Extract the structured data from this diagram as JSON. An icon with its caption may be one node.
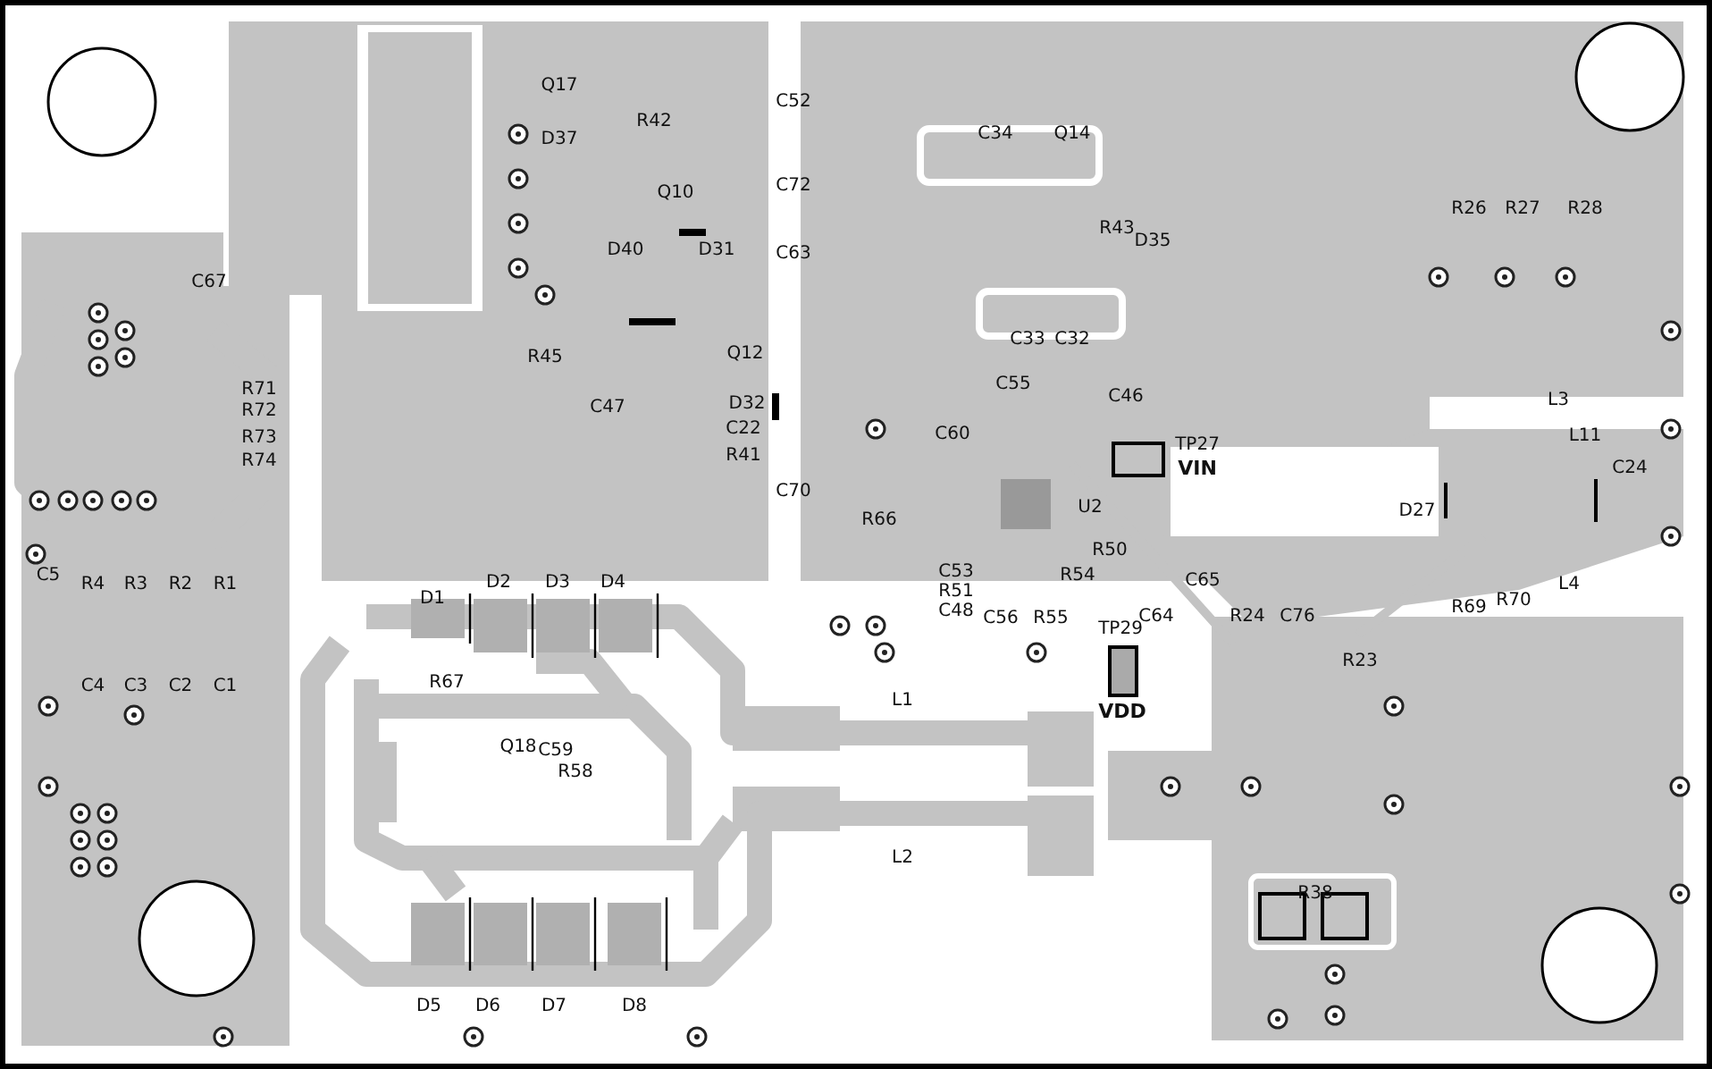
{
  "diagram": {
    "labels": [
      "Q17",
      "D37",
      "R42",
      "Q10",
      "D40",
      "D31",
      "R45",
      "Q12",
      "C47",
      "D32",
      "C22",
      "R41",
      "C70",
      "C52",
      "C72",
      "C63",
      "C34",
      "Q14",
      "R43",
      "D35",
      "C33",
      "C32",
      "C55",
      "C46",
      "TP27",
      "VIN",
      "C60",
      "R66",
      "U2",
      "R50",
      "C53",
      "R51",
      "C48",
      "C56",
      "R55",
      "R54",
      "C65",
      "C64",
      "TP29",
      "VDD",
      "R24",
      "C76",
      "R23",
      "R26",
      "R27",
      "R28",
      "L3",
      "L11",
      "C24",
      "D27",
      "L4",
      "R70",
      "R69",
      "C67",
      "R71",
      "R72",
      "R73",
      "R74",
      "C5",
      "R4",
      "R3",
      "R2",
      "R1",
      "C4",
      "C3",
      "C2",
      "C1",
      "D1",
      "D2",
      "D3",
      "D4",
      "R67",
      "Q18",
      "C59",
      "R58",
      "D5",
      "D6",
      "D7",
      "D8",
      "L1",
      "L2",
      "R38"
    ]
  }
}
